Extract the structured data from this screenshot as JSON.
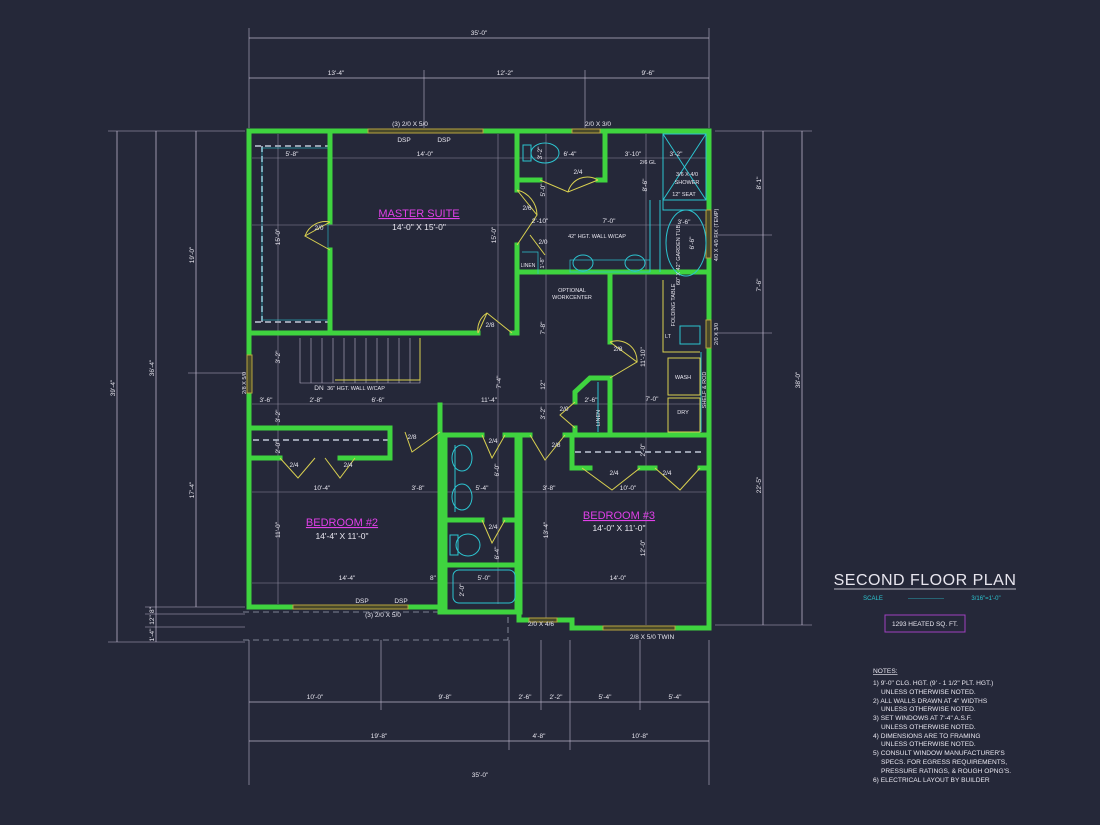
{
  "title_block": {
    "title": "SECOND FLOOR PLAN",
    "scale_label": "SCALE",
    "scale_dashes": "------------------",
    "scale_value": "3/16\"=1'-0\"",
    "heated_sqft": "1293 HEATED SQ. FT."
  },
  "notes": {
    "heading": "NOTES:",
    "lines": [
      "1) 9'-0\"  CLG. HGT. (9' - 1 1/2\" PLT. HGT.)",
      "UNLESS OTHERWISE NOTED.",
      "2) ALL WALLS DRAWN AT 4\" WIDTHS",
      "UNLESS OTHERWISE NOTED.",
      "3) SET WINDOWS AT 7'-4\" A.S.F.",
      "UNLESS OTHERWISE NOTED.",
      "4) DIMENSIONS ARE TO FRAMING",
      "UNLESS OTHERWISE NOTED.",
      "5) CONSULT WINDOW MANUFACTURER'S",
      "SPECS. FOR EGRESS REQUIREMENTS,",
      "PRESSURE RATINGS, & ROUGH OPNG'S.",
      "6) ELECTRICAL LAYOUT BY BUILDER"
    ]
  },
  "rooms": {
    "master": {
      "name": "MASTER SUITE",
      "size": "14'-0\" X 15'-0\""
    },
    "bedroom2": {
      "name": "BEDROOM #2",
      "size": "14'-4\" X 11'-0\""
    },
    "bedroom3": {
      "name": "BEDROOM #3",
      "size": "14'-0\" X 11'-0\""
    }
  },
  "dims": {
    "top": [
      "35'-0\"",
      "13'-4\"",
      "12'-2\"",
      "9'-6\""
    ],
    "bottom_row1": [
      "10'-0\"",
      "9'-8\"",
      "2'-6\"",
      "2'-2\"",
      "5'-4\"",
      "5'-4\""
    ],
    "bottom_row2": [
      "19'-8\"",
      "4'-8\"",
      "10'-8\""
    ],
    "bottom_total": "35'-0\"",
    "left": [
      "39'-4\"",
      "36'-4\"",
      "19'-0\"",
      "17'-4\"",
      "1'-4\"",
      "12\"",
      "8\""
    ],
    "right": [
      "8'-1\"",
      "7'-6\"",
      "22'-5\"",
      "38'-0\""
    ]
  },
  "labels": {
    "win_top_master": "(3) 2/0 X 5/0",
    "win_top_bath": "2/0 X 3/0",
    "dsp": "DSP",
    "master_w": "14'-0\"",
    "master_h": "15'-0\"",
    "closet_w": "5'-8\"",
    "closet_h": "15'-0\"",
    "door_20": "2/0",
    "door_28": "2/8",
    "door_24": "2/4",
    "door_26": "2/6",
    "wc_h": "3'-2\"",
    "wc_w": "6'-4\"",
    "bath_h": "5'-0\"",
    "bath_a": "2'-10\"",
    "bath_b": "7'-0\"",
    "linen": "LINEN",
    "linen_h": "1'-8\"",
    "wall_cap_42": "42\" HGT. WALL W/CAP",
    "gl_w": "3'-10\"",
    "glass": "2/6 GL",
    "bath_v": "8'-6\"",
    "shower_w": "3'-2\"",
    "shower": "3/6 X 4/0",
    "shower_label": "SHOWER",
    "seat": "12\" SEAT",
    "tub_w": "3'-6\"",
    "tub": "60\" X 42\" GARDEN TUB",
    "tub_h": "6'-6\"",
    "win_right_1": "4/0 X 4/0 FIX (TEMP)",
    "win_right_2": "2/0 X 3/0",
    "optional": "OPTIONAL",
    "workcenter": "WORKCENTER",
    "work_h": "7'-8\"",
    "laundry_h": "11'-10\"",
    "folding": "FOLDING TABLE",
    "lt": "LT",
    "wash": "WASH",
    "dry": "DRY",
    "shelf": "SHELF & ROD",
    "laundry_w": "7'-0\"",
    "hall_12": "12\"",
    "hall_32": "3'-2\"",
    "linen_w": "2'-6\"",
    "stair_32": "3'-2\"",
    "dn": "DN",
    "wall_cap_36": "36\" HGT. WALL W/CAP",
    "stair_a": "3'-6\"",
    "stair_b": "2'-8\"",
    "stair_c": "6'-6\"",
    "hall_w": "11'-4\"",
    "hall_v": "7'-4\"",
    "win_left": "2/8 X 5/0",
    "bath2_a": "6'-0\"",
    "bath2_w": "5'-4\"",
    "bath2_b": "6'-4\"",
    "bath2_tub": "5'-0\"",
    "bath2_c": "2'-0\"",
    "bath2_8": "8\"",
    "b2_closet": "2'-0\"",
    "b2_a": "10'-4\"",
    "b2_b": "3'-8\"",
    "b2_h": "11'-0\"",
    "b2_w": "14'-4\"",
    "b2_win": "(3) 2/0 X 5/0",
    "b3_a": "10'-0\"",
    "b3_b": "3'-8\"",
    "b3_closet": "2'-0\"",
    "b3_h1": "13'-4\"",
    "b3_h2": "12'-0\"",
    "b3_w": "14'-0\"",
    "b3_win1": "2/0 X 4/6",
    "b3_win2": "2/8 X 5/0 TWIN"
  },
  "colors": {
    "background": "#252839",
    "walls": "#3fd43f",
    "room_names": "#e040e8",
    "fixtures": "#2cc4d0",
    "doors": "#d9d050"
  }
}
